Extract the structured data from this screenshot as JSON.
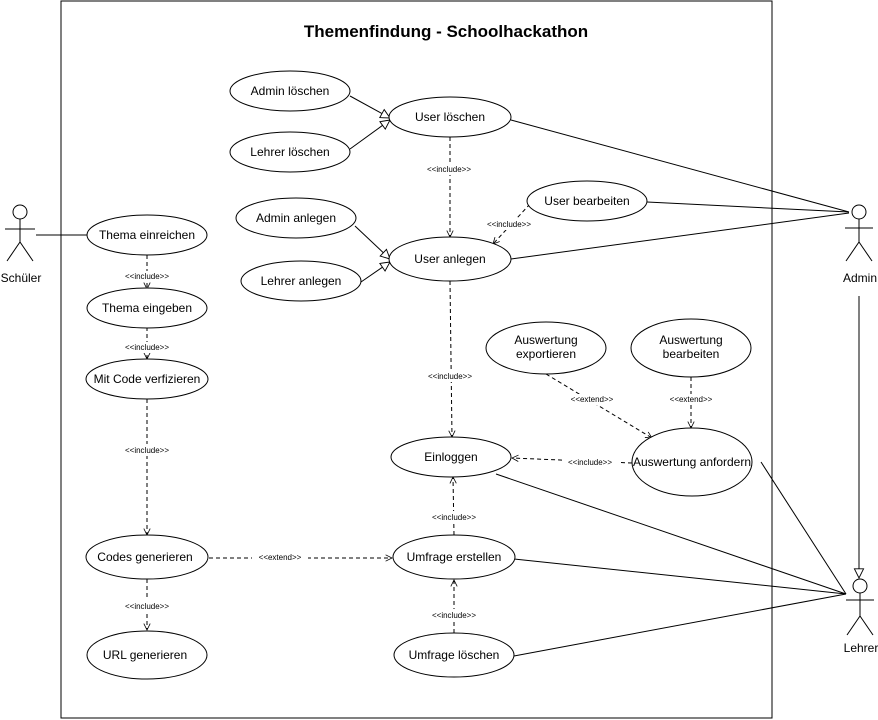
{
  "title": "Themenfindung - Schoolhackathon",
  "actors": {
    "schueler": "Schüler",
    "admin": "Admin",
    "lehrer": "Lehrer"
  },
  "use_cases": {
    "admin_loeschen": "Admin löschen",
    "lehrer_loeschen": "Lehrer löschen",
    "user_loeschen": "User löschen",
    "admin_anlegen": "Admin anlegen",
    "lehrer_anlegen": "Lehrer anlegen",
    "user_anlegen": "User anlegen",
    "user_bearbeiten": "User bearbeiten",
    "thema_einreichen": "Thema einreichen",
    "thema_eingeben": "Thema eingeben",
    "mit_code_verfizieren": "Mit Code verfizieren",
    "codes_generieren": "Codes generieren",
    "url_generieren": "URL generieren",
    "auswertung_exportieren_1": "Auswertung",
    "auswertung_exportieren_2": "exportieren",
    "auswertung_bearbeiten_1": "Auswertung",
    "auswertung_bearbeiten_2": "bearbeiten",
    "auswertung_anfordern": "Auswertung anfordern",
    "einloggen": "Einloggen",
    "umfrage_erstellen": "Umfrage erstellen",
    "umfrage_loeschen": "Umfrage löschen"
  },
  "relation_labels": {
    "include": "<<include>>",
    "extend": "<<extend>>"
  }
}
